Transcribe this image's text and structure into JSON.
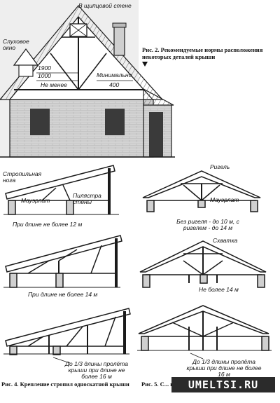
{
  "figure2": {
    "caption": "Рис. 2. Рекомендуемые нормы расположения некоторых деталей крыши",
    "labels": {
      "gable_wall": "В щипцовой стене",
      "dormer": "Слуховое окно",
      "dim_1900": "1900",
      "dim_1000": "1000",
      "not_less": "Не менее",
      "minimum": "Минимально",
      "dim_400": "400"
    }
  },
  "figure4": {
    "caption": "Рис. 4. Крепление стропил односкатной крыши",
    "labels": {
      "rafter_leg": "Стропильная нога",
      "mauerlat": "Мауэрлат",
      "pilaster": "Пилястра стены",
      "max_12": "При длине не более 12 м",
      "max_14": "При длине не более 14 м",
      "third_span": "До 1/3 длины пролёта крыши при длине не более 16 м"
    }
  },
  "figure5": {
    "caption": "Рис. 5. С... крыши",
    "labels": {
      "crossbar": "Ригель",
      "mauerlat": "Мауэрлат",
      "crossbar_note": "Без ригеля - до 10 м, с ригелем - до 14 м",
      "tie": "Схватка",
      "max_14": "Не более 14 м",
      "third_span": "До 1/3 длины пролёта крыши при длине не более 16 м"
    }
  },
  "watermark": "UMELTSI.RU",
  "colors": {
    "ink": "#1a1a1a",
    "wall": "#d9d9d9",
    "window": "#3a3a3a",
    "roof": "#bdbdbd"
  }
}
